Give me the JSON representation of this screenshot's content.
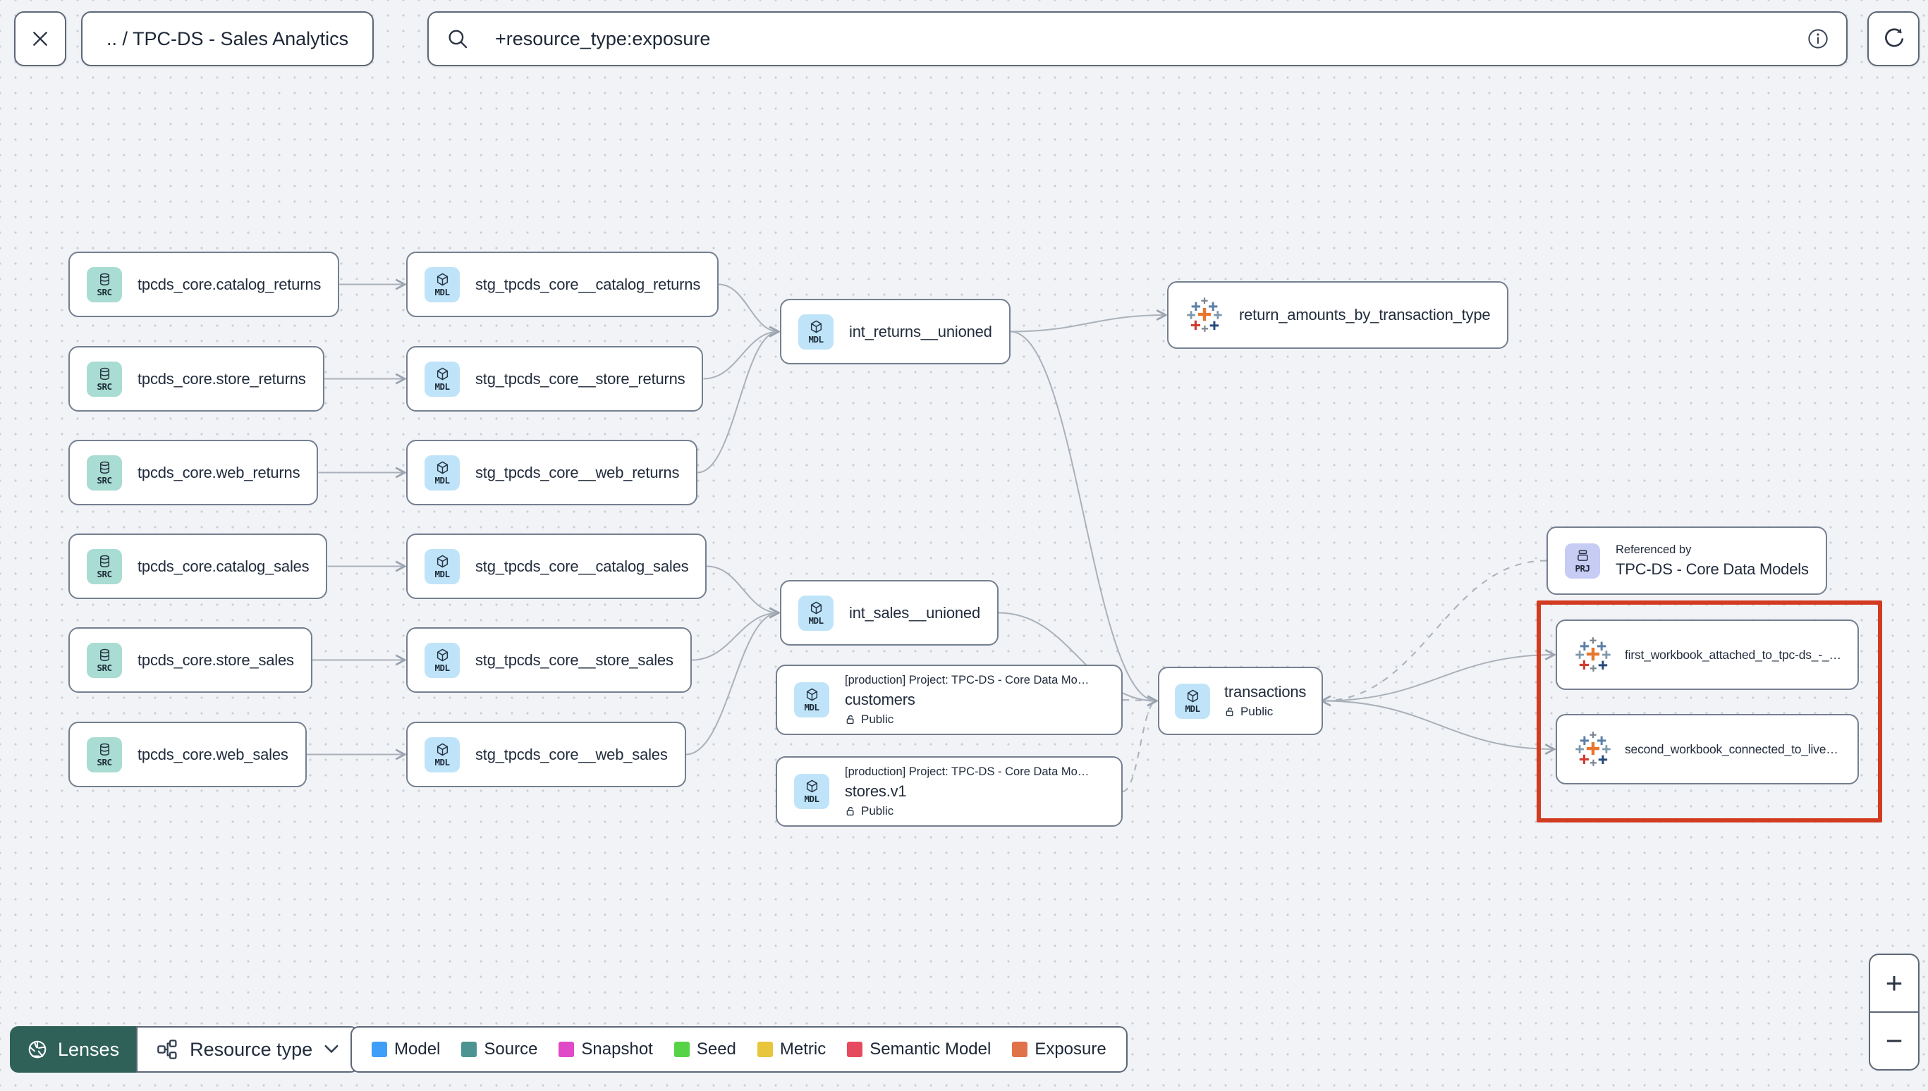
{
  "toolbar": {
    "breadcrumb": ".. / TPC-DS - Sales Analytics",
    "search_value": "+resource_type:exposure"
  },
  "nodes": {
    "src_catalog_returns": {
      "badge": "SRC",
      "label": "tpcds_core.catalog_returns"
    },
    "src_store_returns": {
      "badge": "SRC",
      "label": "tpcds_core.store_returns"
    },
    "src_web_returns": {
      "badge": "SRC",
      "label": "tpcds_core.web_returns"
    },
    "src_catalog_sales": {
      "badge": "SRC",
      "label": "tpcds_core.catalog_sales"
    },
    "src_store_sales": {
      "badge": "SRC",
      "label": "tpcds_core.store_sales"
    },
    "src_web_sales": {
      "badge": "SRC",
      "label": "tpcds_core.web_sales"
    },
    "stg_catalog_returns": {
      "badge": "MDL",
      "label": "stg_tpcds_core__catalog_returns"
    },
    "stg_store_returns": {
      "badge": "MDL",
      "label": "stg_tpcds_core__store_returns"
    },
    "stg_web_returns": {
      "badge": "MDL",
      "label": "stg_tpcds_core__web_returns"
    },
    "stg_catalog_sales": {
      "badge": "MDL",
      "label": "stg_tpcds_core__catalog_sales"
    },
    "stg_store_sales": {
      "badge": "MDL",
      "label": "stg_tpcds_core__store_sales"
    },
    "stg_web_sales": {
      "badge": "MDL",
      "label": "stg_tpcds_core__web_sales"
    },
    "int_returns_unioned": {
      "badge": "MDL",
      "label": "int_returns__unioned"
    },
    "int_sales_unioned": {
      "badge": "MDL",
      "label": "int_sales__unioned"
    },
    "customers": {
      "badge": "MDL",
      "project": "[production] Project: TPC-DS - Core Data Mo…",
      "label": "customers",
      "access": "Public"
    },
    "stores": {
      "badge": "MDL",
      "project": "[production] Project: TPC-DS - Core Data Mo…",
      "label": "stores.v1",
      "access": "Public"
    },
    "transactions": {
      "badge": "MDL",
      "label": "transactions",
      "access": "Public"
    },
    "return_amounts": {
      "label": "return_amounts_by_transaction_type"
    },
    "referenced_by": {
      "badge": "PRJ",
      "title": "Referenced by",
      "label": "TPC-DS - Core Data Models"
    },
    "workbook_first": {
      "label": "first_workbook_attached_to_tpc-ds_-_…"
    },
    "workbook_second": {
      "label": "second_workbook_connected_to_live…"
    }
  },
  "legend": {
    "items": [
      {
        "label": "Model",
        "color": "#3f9ef8"
      },
      {
        "label": "Source",
        "color": "#4c9492"
      },
      {
        "label": "Snapshot",
        "color": "#e049c8"
      },
      {
        "label": "Seed",
        "color": "#57d348"
      },
      {
        "label": "Metric",
        "color": "#e7c63d"
      },
      {
        "label": "Semantic Model",
        "color": "#e64a5e"
      },
      {
        "label": "Exposure",
        "color": "#e0724a"
      }
    ]
  },
  "controls": {
    "lenses_label": "Lenses",
    "resource_type_label": "Resource type",
    "zoom_in": "+",
    "zoom_out": "−"
  },
  "colors": {
    "highlight": "#d23b20",
    "model_icon_bg": "#bfe4f9",
    "source_icon_bg": "#a9dcd2",
    "project_icon_bg": "#c6ccf4"
  }
}
